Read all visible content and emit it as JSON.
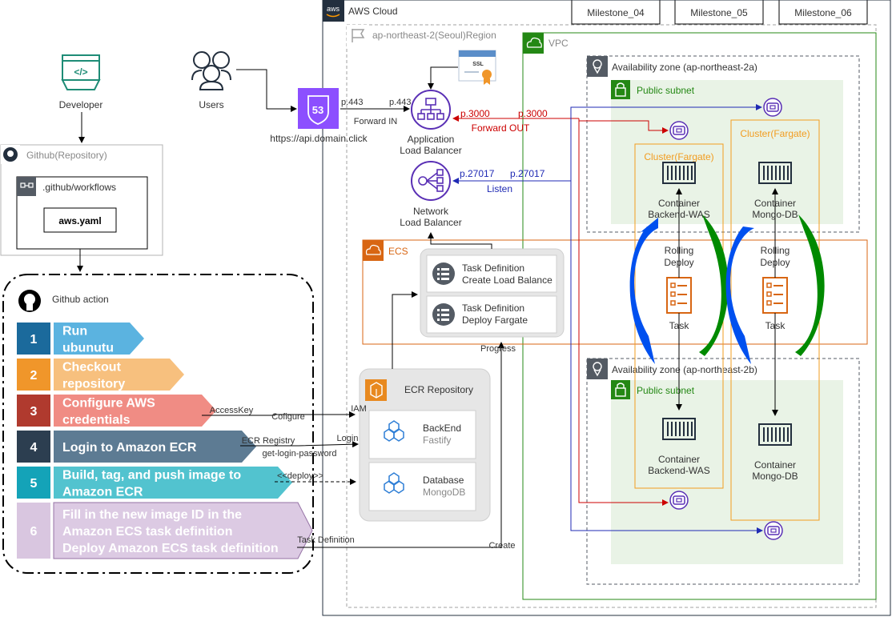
{
  "milestones": [
    "Milestone_04",
    "Milestone_05",
    "Milestone_06"
  ],
  "developer": {
    "label": "Developer"
  },
  "users": {
    "label": "Users"
  },
  "github": {
    "repo_label": "Github(Repository)",
    "workflows_label": ".github/workflows",
    "file_label": "aws.yaml",
    "action_label": "Github action",
    "steps": [
      {
        "num": "1",
        "lines": [
          "Run",
          "ubunutu"
        ],
        "color": "#1B6A9C",
        "light": "#5BB3E0"
      },
      {
        "num": "2",
        "lines": [
          "Checkout",
          "repository"
        ],
        "color": "#F0962A",
        "light": "#F7C07E"
      },
      {
        "num": "3",
        "lines": [
          "Configure AWS",
          "credentials"
        ],
        "color": "#B03A2E",
        "light": "#F08C84"
      },
      {
        "num": "4",
        "lines": [
          "Login to Amazon ECR"
        ],
        "color": "#2C3E50",
        "light": "#5D7B93"
      },
      {
        "num": "5",
        "lines": [
          "Build, tag, and push image to",
          "Amazon ECR"
        ],
        "color": "#14A3B8",
        "light": "#52C3CF"
      },
      {
        "num": "6",
        "lines": [
          "Fill in the new image ID in the",
          "Amazon ECS task definition",
          "Deploy Amazon ECS task definition"
        ],
        "color": "#D9C6E0",
        "light": "#DCCAE3"
      }
    ]
  },
  "aws": {
    "cloud_label": "AWS Cloud",
    "region_label": "ap-northeast-2(Seoul)Region",
    "vpc_label": "VPC",
    "route53": {
      "badge": "53",
      "url": "https://api.domain.click"
    },
    "ssl_label": "SSL",
    "alb": {
      "line1": "Application",
      "line2": "Load Balancer"
    },
    "nlb": {
      "line1": "Network",
      "line2": "Load Balancer"
    },
    "ecs": {
      "label": "ECS",
      "task1": {
        "line1": "Task Definition",
        "line2": "Create Load Balance"
      },
      "task2": {
        "line1": "Task Definition",
        "line2": "Deploy Fargate"
      }
    },
    "ecr": {
      "label": "ECR Repository",
      "backend": {
        "name": "BackEnd",
        "sub": "Fastify"
      },
      "database": {
        "name": "Database",
        "sub": "MongoDB"
      }
    },
    "az_a": "Availability zone (ap-northeast-2a)",
    "az_b": "Availability zone (ap-northeast-2b)",
    "public_subnet": "Public subnet",
    "cluster_label": "Cluster(Fargate)",
    "container_backend": [
      "Container",
      "Backend-WAS"
    ],
    "container_mongo": [
      "Container",
      "Mongo-DB"
    ],
    "rolling": [
      "Rolling",
      "Deploy"
    ],
    "task_label": "Task"
  },
  "edges": {
    "p443_left": "p.443",
    "p443_right": "p.443",
    "forward_in": "Forward IN",
    "p3000_left": "p.3000",
    "p3000_right": "p.3000",
    "forward_out": "Forward OUT",
    "p27017_left": "p.27017",
    "p27017_right": "p.27017",
    "listen": "Listen",
    "progress": "Progress",
    "access_key": "AccessKey",
    "configure": "Cofigure",
    "iam": "IAM",
    "ecr_registry": "ECR Registry",
    "login": "Login",
    "get_login_password": "get-login-password",
    "deploy": "<<deploy>>",
    "task_definition": "Task Definition",
    "create": "Create"
  },
  "colors": {
    "vpc": "#248814",
    "ecs": "#D86613",
    "az": "#545B64",
    "subnet_bg": "#E9F3E6",
    "cluster": "#F29C1F",
    "purple": "#5A30B5",
    "red_edge": "#CC0000",
    "blue_edge": "#1F2AB4",
    "rolling_blue": "#0050EF",
    "rolling_green": "#008A00"
  }
}
